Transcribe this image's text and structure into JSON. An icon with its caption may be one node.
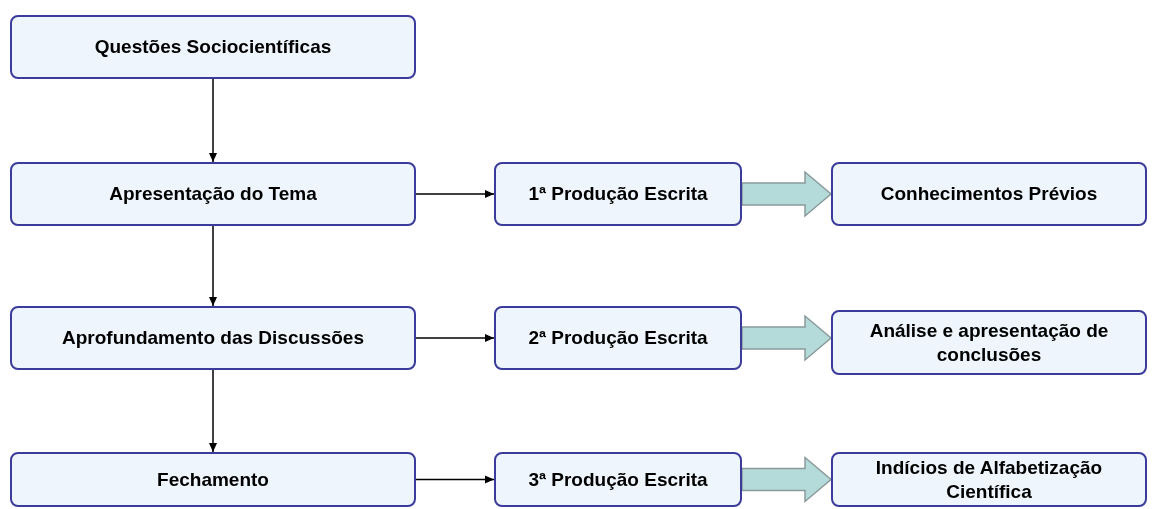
{
  "diagram": {
    "nodes": [
      {
        "text": [
          "Questões Sociocientíficas"
        ]
      },
      {
        "text": [
          "Apresentação do Tema"
        ]
      },
      {
        "text": [
          "1ª Produção Escrita"
        ]
      },
      {
        "text": [
          "Conhecimentos Prévios"
        ]
      },
      {
        "text": [
          "Aprofundamento das Discussões"
        ]
      },
      {
        "text": [
          "2ª Produção Escrita"
        ]
      },
      {
        "text": [
          "Análise e apresentação de conclusões"
        ]
      },
      {
        "text": [
          "Fechamento"
        ]
      },
      {
        "text": [
          "3ª Produção Escrita"
        ]
      },
      {
        "text": [
          "Indícios de Alfabetização Científica"
        ]
      }
    ],
    "edges": [
      {
        "from": 0,
        "to": 1,
        "arrow": "to"
      },
      {
        "from": 1,
        "to": 4,
        "arrow": "to"
      },
      {
        "from": 4,
        "to": 7,
        "arrow": "to"
      },
      {
        "from": 1,
        "to": 2,
        "arrow": "to"
      },
      {
        "from": 4,
        "to": 5,
        "arrow": "to"
      },
      {
        "from": 7,
        "to": 8,
        "arrow": "to"
      },
      {
        "from": 2,
        "to": 3,
        "arrow": "to",
        "style": "thick",
        "color": "#b4dada"
      },
      {
        "from": 5,
        "to": 6,
        "arrow": "to",
        "style": "thick",
        "color": "#b4dada"
      },
      {
        "from": 8,
        "to": 9,
        "arrow": "to",
        "style": "thick",
        "color": "#b4dada"
      }
    ]
  }
}
